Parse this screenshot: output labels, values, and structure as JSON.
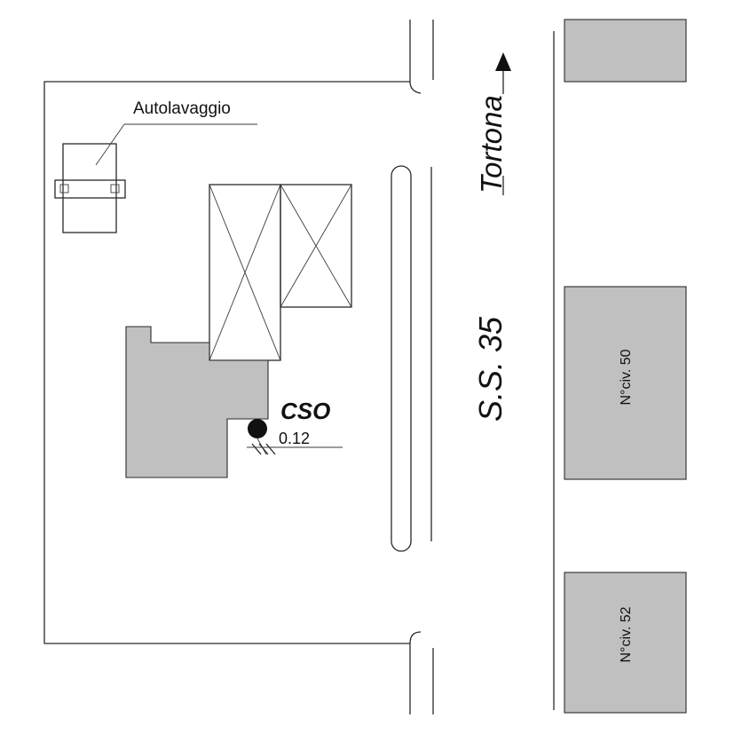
{
  "labels": {
    "car_wash": "Autolavaggio",
    "direction": "Tortona",
    "road": "S.S. 35",
    "cso": "CSO",
    "cso_value": "0.12",
    "house_50": "N°civ. 50",
    "house_52": "N°civ. 52"
  },
  "colors": {
    "building_fill": "#c0c0c0",
    "line": "#2a2a2a",
    "background": "#ffffff"
  },
  "icons": {
    "direction_arrow": "north-arrow-icon",
    "cso_marker": "filled-circle-icon"
  }
}
